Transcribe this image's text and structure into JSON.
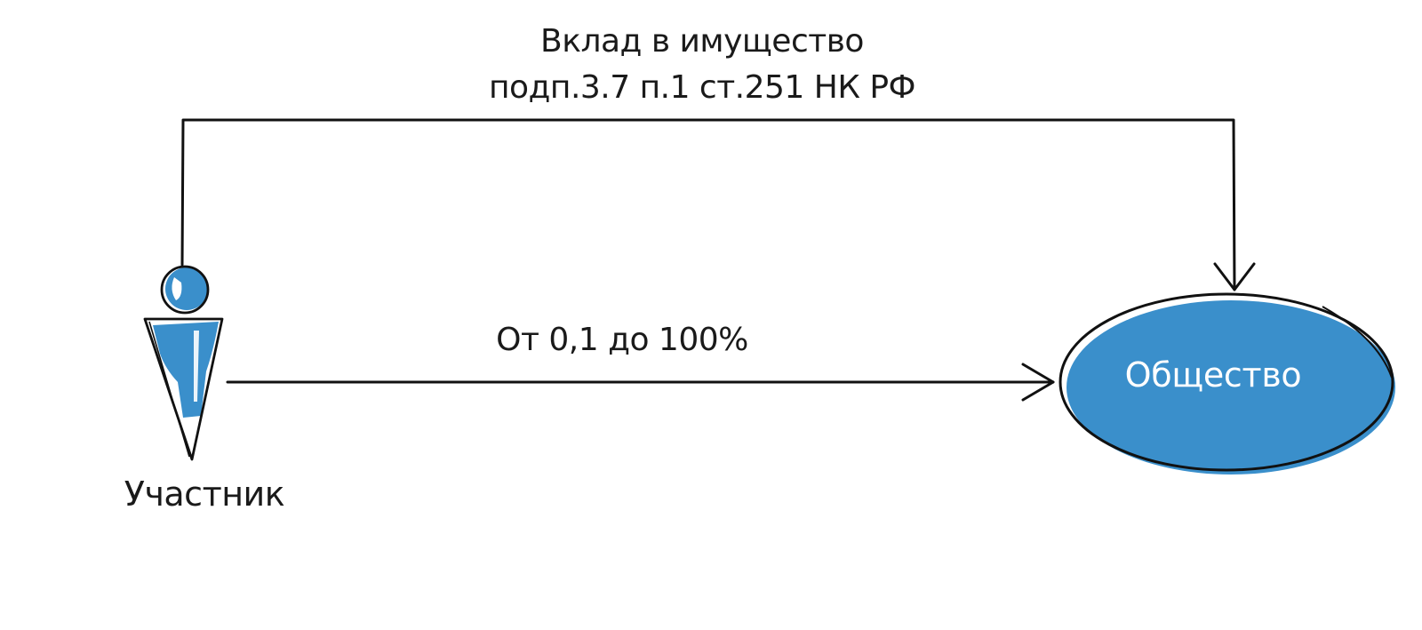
{
  "arrow_top": {
    "line1": "Вклад в имущество",
    "line2": "подп.3.7 п.1 ст.251 НК РФ"
  },
  "arrow_bottom": {
    "label": "От 0,1 до 100%"
  },
  "participant": {
    "label": "Участник",
    "icon": "person-icon"
  },
  "society": {
    "label": "Общество"
  },
  "colors": {
    "accent": "#3a8fcb",
    "stroke": "#111111",
    "text": "#1a1a1a",
    "background": "#ffffff"
  }
}
